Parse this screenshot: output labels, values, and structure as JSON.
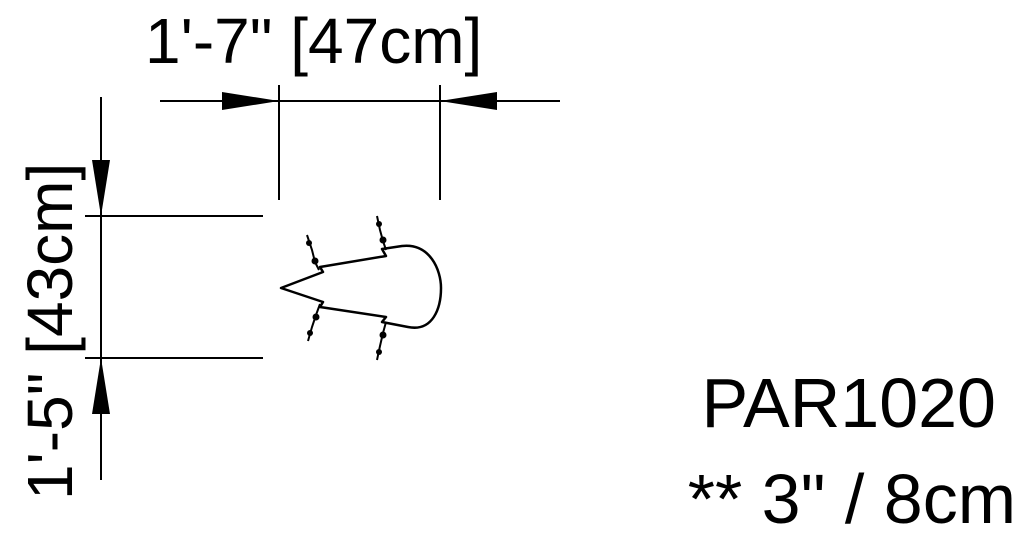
{
  "dimensions": {
    "width_label": "1'-7\" [47cm]",
    "height_label": "1'-5\" [43cm]"
  },
  "product": {
    "model": "PAR1020",
    "note": "** 3\" / 8cm"
  },
  "colors": {
    "ink": "#000000",
    "background": "#ffffff"
  }
}
